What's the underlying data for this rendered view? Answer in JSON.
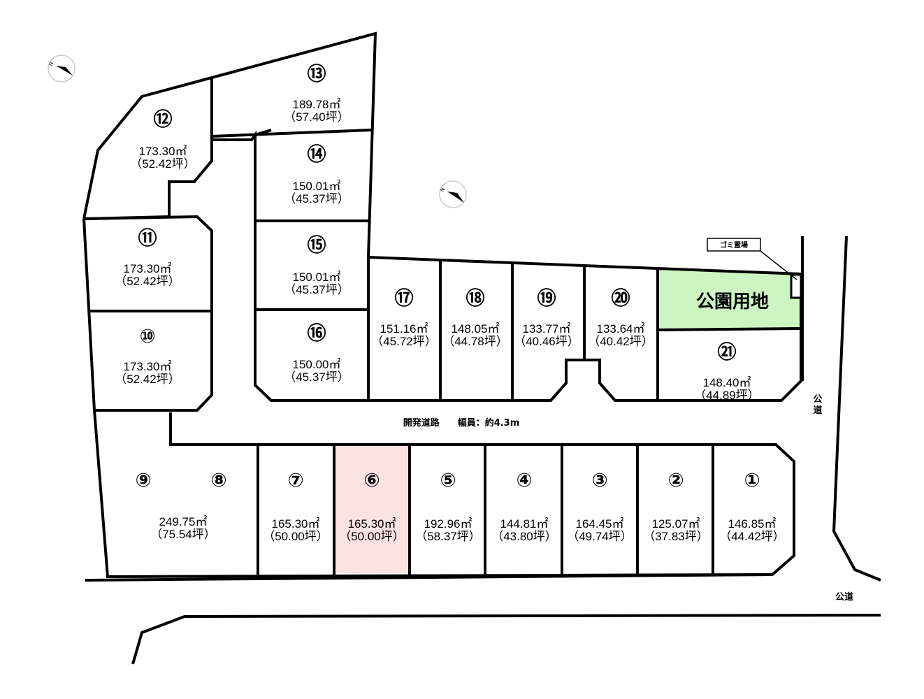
{
  "lots": [
    {
      "no": "①",
      "area": "146.85㎡",
      "tsubo": "（44.42坪）"
    },
    {
      "no": "②",
      "area": "125.07㎡",
      "tsubo": "（37.83坪）"
    },
    {
      "no": "③",
      "area": "164.45㎡",
      "tsubo": "（49.74坪）"
    },
    {
      "no": "④",
      "area": "144.81㎡",
      "tsubo": "（43.80坪）"
    },
    {
      "no": "⑤",
      "area": "192.96㎡",
      "tsubo": "（58.37坪）"
    },
    {
      "no": "⑥",
      "area": "165.30㎡",
      "tsubo": "（50.00坪）",
      "highlight": true
    },
    {
      "no": "⑦",
      "area": "165.30㎡",
      "tsubo": "（50.00坪）"
    },
    {
      "no": "⑧"
    },
    {
      "no": "⑨",
      "area": "249.75㎡",
      "tsubo": "（75.54坪）"
    },
    {
      "no": "⑩",
      "area": "173.30㎡",
      "tsubo": "（52.42坪）"
    },
    {
      "no": "⑪",
      "area": "173.30㎡",
      "tsubo": "（52.42坪）"
    },
    {
      "no": "⑫",
      "area": "173.30㎡",
      "tsubo": "（52.42坪）"
    },
    {
      "no": "⑬",
      "area": "189.78㎡",
      "tsubo": "（57.40坪）"
    },
    {
      "no": "⑭",
      "area": "150.01㎡",
      "tsubo": "（45.37坪）"
    },
    {
      "no": "⑮",
      "area": "150.01㎡",
      "tsubo": "（45.37坪）"
    },
    {
      "no": "⑯",
      "area": "150.00㎡",
      "tsubo": "（45.37坪）"
    },
    {
      "no": "⑰",
      "area": "151.16㎡",
      "tsubo": "（45.72坪）"
    },
    {
      "no": "⑱",
      "area": "148.05㎡",
      "tsubo": "（44.78坪）"
    },
    {
      "no": "⑲",
      "area": "133.77㎡",
      "tsubo": "（40.46坪）"
    },
    {
      "no": "⑳",
      "area": "133.64㎡",
      "tsubo": "（40.42坪）"
    },
    {
      "no": "㉑",
      "area": "148.40㎡",
      "tsubo": "（44.89坪）"
    }
  ],
  "park": {
    "label": "公園用地",
    "color": "#ccf5c2"
  },
  "garbage_label": "ゴミ置場",
  "dev_road_label": "開発道路　　幅員：約4.3m",
  "public_road_right": "公道",
  "public_road_bottom": "公道",
  "highlight_color": "#fde2e2",
  "compass_label": "N"
}
